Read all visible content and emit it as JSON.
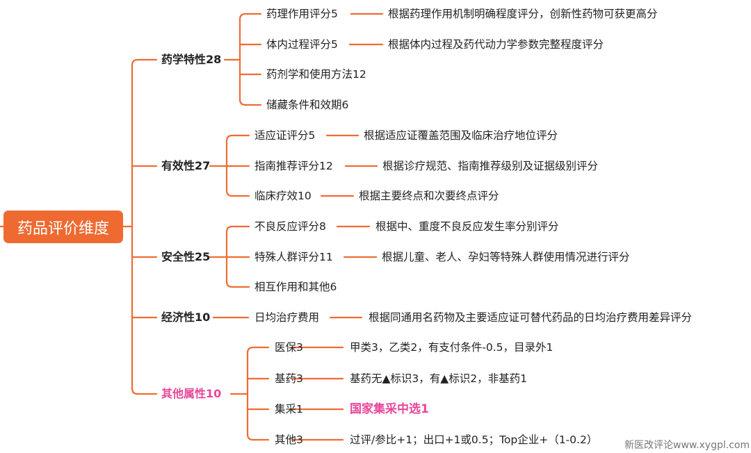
{
  "root": "药品评价维度",
  "colors": {
    "line": "#ef6b33",
    "root": "#ee6a31",
    "highlight": "#e8479a"
  },
  "branches": [
    {
      "label": "药学特性28",
      "items": [
        {
          "label": "药理作用评分5",
          "detail": "根据药理作用机制明确程度评分，创新性药物可获更高分"
        },
        {
          "label": "体内过程评分5",
          "detail": "根据体内过程及药代动力学参数完整程度评分"
        },
        {
          "label": "药剂学和使用方法12"
        },
        {
          "label": "储藏条件和效期6"
        }
      ]
    },
    {
      "label": "有效性27",
      "items": [
        {
          "label": "适应证评分5",
          "detail": "根据适应证覆盖范围及临床治疗地位评分"
        },
        {
          "label": "指南推荐评分12",
          "detail": "根据诊疗规范、指南推荐级别及证据级别评分"
        },
        {
          "label": "临床疗效10",
          "detail": "根据主要终点和次要终点评分"
        }
      ]
    },
    {
      "label": "安全性25",
      "items": [
        {
          "label": "不良反应评分8",
          "detail": "根据中、重度不良反应发生率分别评分"
        },
        {
          "label": "特殊人群评分11",
          "detail": "根据儿童、老人、孕妇等特殊人群使用情况进行评分"
        },
        {
          "label": "相互作用和其他6"
        }
      ]
    },
    {
      "label": "经济性10",
      "items": [
        {
          "label": "日均治疗费用",
          "detail": "根据同通用名药物及主要适应证可替代药品的日均治疗费用差异评分"
        }
      ]
    },
    {
      "label": "其他属性10",
      "items": [
        {
          "label": "医保3",
          "detail": "甲类3，乙类2，有支付条件-0.5，目录外1"
        },
        {
          "label": "基药3",
          "detail": "基药无▲标识3，有▲标识2，非基药1"
        },
        {
          "label": "集采1",
          "detail": "国家集采中选1"
        },
        {
          "label": "其他3",
          "detail": "过评/参比+1；出口+1或0.5；Top企业+（1-0.2）"
        }
      ]
    }
  ],
  "watermark": "新医改评论www.xygpl.com"
}
